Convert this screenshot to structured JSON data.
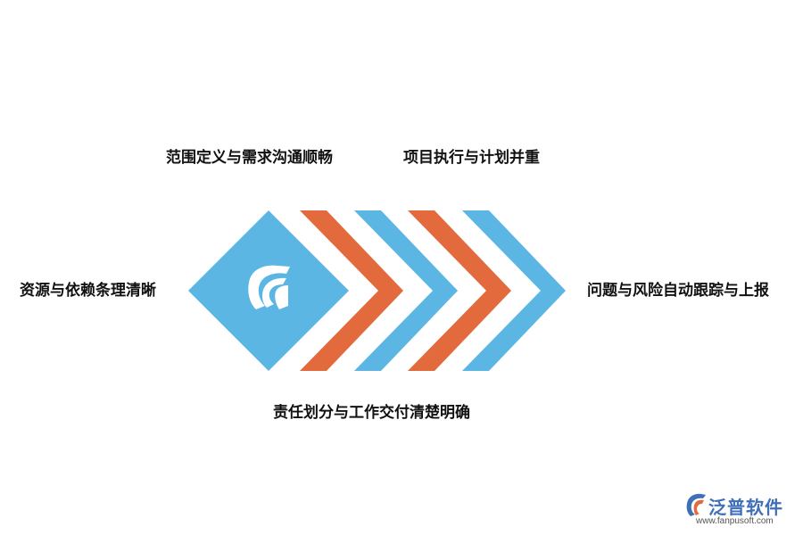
{
  "labels": {
    "left": "资源与依赖条理清晰",
    "top_left": "范围定义与需求沟通顺畅",
    "top_right": "项目执行与计划并重",
    "right": "问题与风险自动跟踪与上报",
    "bottom": "责任划分与工作交付清楚明确"
  },
  "watermark": {
    "brand": "泛普软件",
    "url": "www.fanpusoft.com"
  },
  "colors": {
    "blue": "#5bb6e4",
    "orange": "#e36a3c",
    "text": "#111111",
    "brand": "#3f6fb6"
  },
  "icons": {
    "center": "fanpu-logo-icon",
    "watermark": "fanpu-logo-icon"
  }
}
